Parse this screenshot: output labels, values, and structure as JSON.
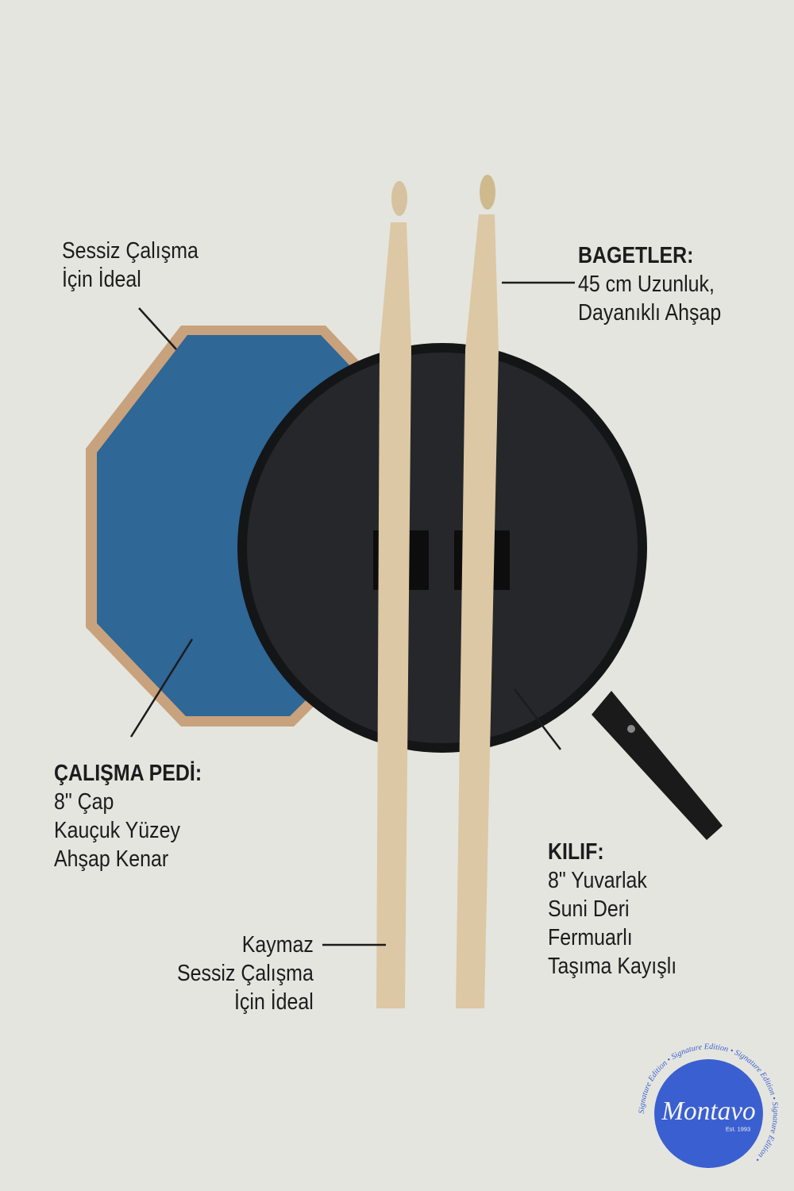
{
  "labels": {
    "pad_top": {
      "lines": [
        "Sessiz Çalışma",
        "İçin İdeal"
      ]
    },
    "sticks": {
      "title": "BAGETLER:",
      "lines": [
        "45 cm Uzunluk,",
        "Dayanıklı Ahşap"
      ]
    },
    "pad": {
      "title": "ÇALIŞMA PEDİ:",
      "lines": [
        "8\" Çap",
        "Kauçuk Yüzey",
        "Ahşap Kenar"
      ]
    },
    "case": {
      "title": "KILIF:",
      "lines": [
        "8\" Yuvarlak",
        "Suni Deri",
        "Fermuarlı",
        "Taşıma Kayışlı"
      ]
    },
    "grip": {
      "lines": [
        "Kaymaz",
        "Sessiz Çalışma",
        "İçin İdeal"
      ]
    }
  },
  "logo": {
    "brand": "Montavo",
    "est": "Est. 1993",
    "ring_text": "Signature Edition"
  },
  "colors": {
    "background": "#e5e5df",
    "pad_rubber": "#2f6796",
    "pad_wood": "#c8a27c",
    "case": "#1e1f21",
    "sticks": "#dcc8a4",
    "logo_blue": "#3a5fd0"
  }
}
